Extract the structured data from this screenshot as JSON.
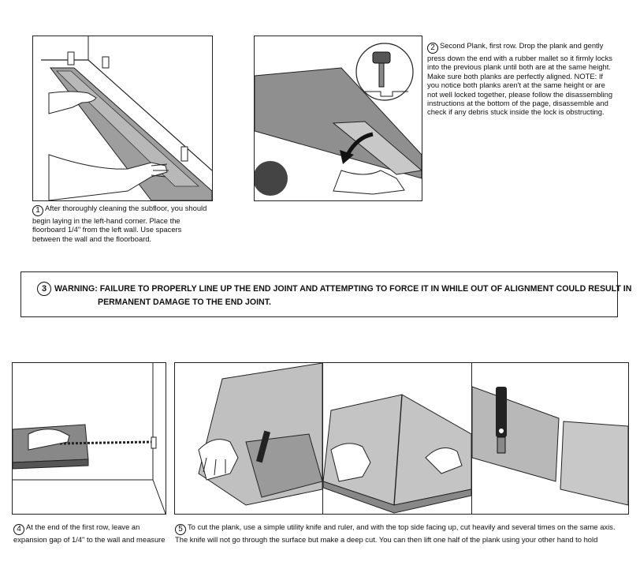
{
  "steps": [
    {
      "number": "1",
      "lines": [
        "After thoroughly cleaning the subfloor, you should",
        "begin laying in the left-hand corner. Place the",
        "floorboard 1/4\"  from the left wall. Use spacers",
        "between the wall and the floorboard."
      ]
    },
    {
      "number": "2",
      "lines": [
        "Second Plank, first row. Drop the plank and gently",
        "press down the end with a rubber mallet so it firmly locks",
        "into the previous plank until both are at the same height.",
        "Make sure both planks are perfectly aligned. NOTE: If",
        "you notice both planks aren't at the same height or are",
        "not well locked together, please follow the disassembling",
        "instructions at the bottom of the page, disassemble and",
        "check if any debris stuck inside the lock is obstructing."
      ]
    }
  ],
  "warning": {
    "number": "3",
    "label": "WARNING:",
    "line1": "FAILURE TO PROPERLY LINE UP THE END JOINT AND ATTEMPTING TO FORCE IT IN WHILE OUT OF ALIGNMENT COULD RESULT IN",
    "line2": "PERMANENT DAMAGE TO THE END JOINT."
  },
  "step4": {
    "number": "4",
    "line1": "At the end of the first row, leave an",
    "line2": "expansion gap of 1/4\" to the wall and measure"
  },
  "step5": {
    "number": "5",
    "line1": "To cut the plank, use a simple utility knife and ruler, and with the top side facing up, cut heavily and several times on the same axis.",
    "line2": "The knife will not go through the surface but make a deep cut. You can then lift one half of the plank using your other hand to hold"
  }
}
